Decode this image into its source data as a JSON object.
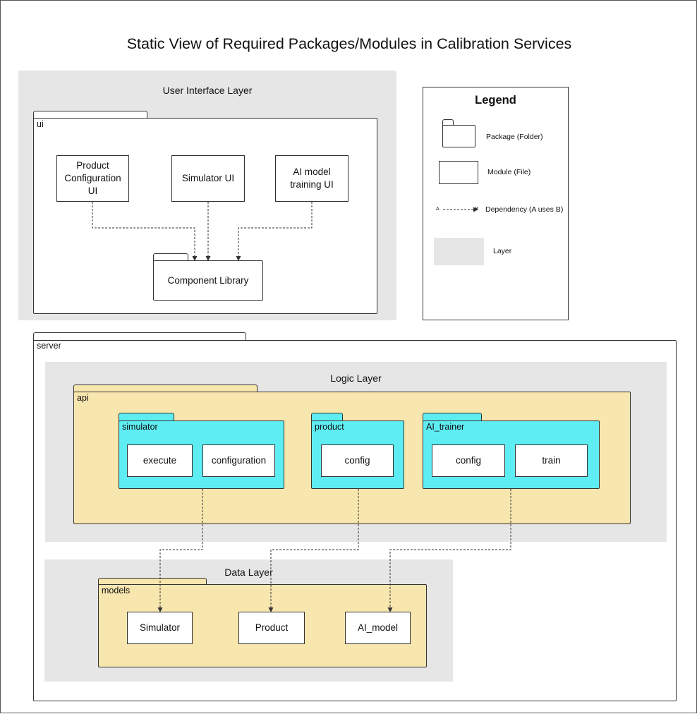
{
  "title": "Static View of Required Packages/Modules in Calibration Services",
  "layers": {
    "ui": "User Interface Layer",
    "logic": "Logic Layer",
    "data": "Data Layer"
  },
  "packages": {
    "ui": "ui",
    "component_library": "Component Library",
    "server": "server",
    "api": "api",
    "simulator": "simulator",
    "product": "product",
    "ai_trainer": "AI_trainer",
    "models": "models"
  },
  "modules": {
    "product_configuration_ui": "Product Configuration UI",
    "simulator_ui": "Simulator UI",
    "ai_model_training_ui": "AI model training UI",
    "execute": "execute",
    "configuration": "configuration",
    "product_config": "config",
    "trainer_config": "config",
    "train": "train",
    "simulator_model": "Simulator",
    "product_model": "Product",
    "ai_model": "AI_model"
  },
  "legend": {
    "title": "Legend",
    "package": "Package (Folder)",
    "module": "Module (File)",
    "dependency": "Dependency (A uses B)",
    "dep_a": "A",
    "dep_b": "B",
    "layer": "Layer"
  },
  "colors": {
    "layer_gray": "#e6e6e6",
    "package_yellow": "#f7e6ae",
    "package_cyan": "#5eedf2",
    "line": "#333333"
  }
}
